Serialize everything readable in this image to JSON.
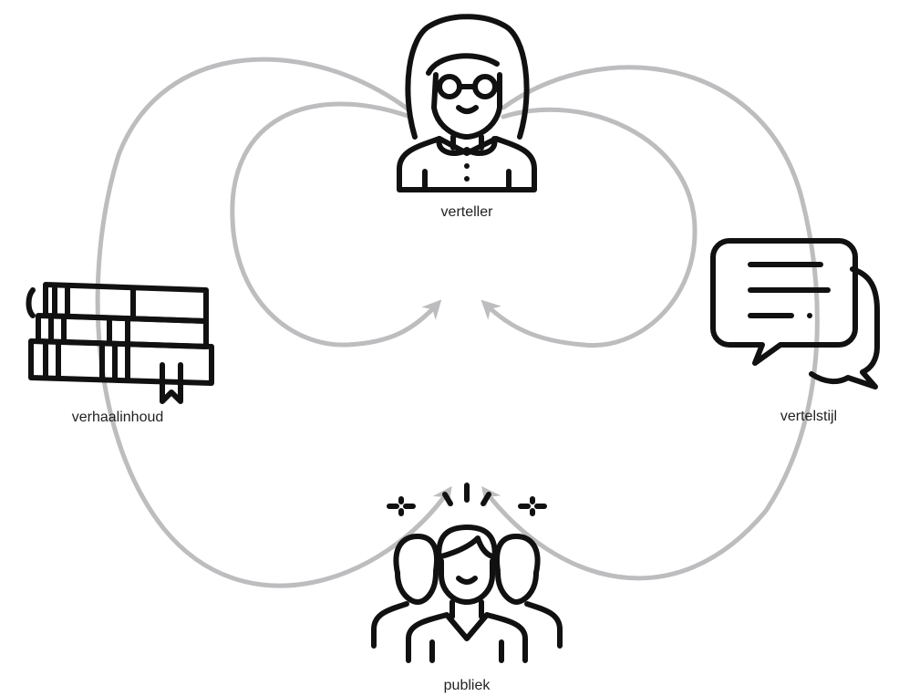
{
  "colors": {
    "arrow": "#bdbdbf",
    "icon": "#111111",
    "text": "#222222"
  },
  "nodes": {
    "storyteller": {
      "label": "verteller",
      "icon": "woman-glasses-icon"
    },
    "content": {
      "label": "verhaalinhoud",
      "icon": "books-icon"
    },
    "style": {
      "label": "vertelstijl",
      "icon": "speech-bubbles-icon"
    },
    "audience": {
      "label": "publiek",
      "icon": "group-people-icon"
    }
  }
}
